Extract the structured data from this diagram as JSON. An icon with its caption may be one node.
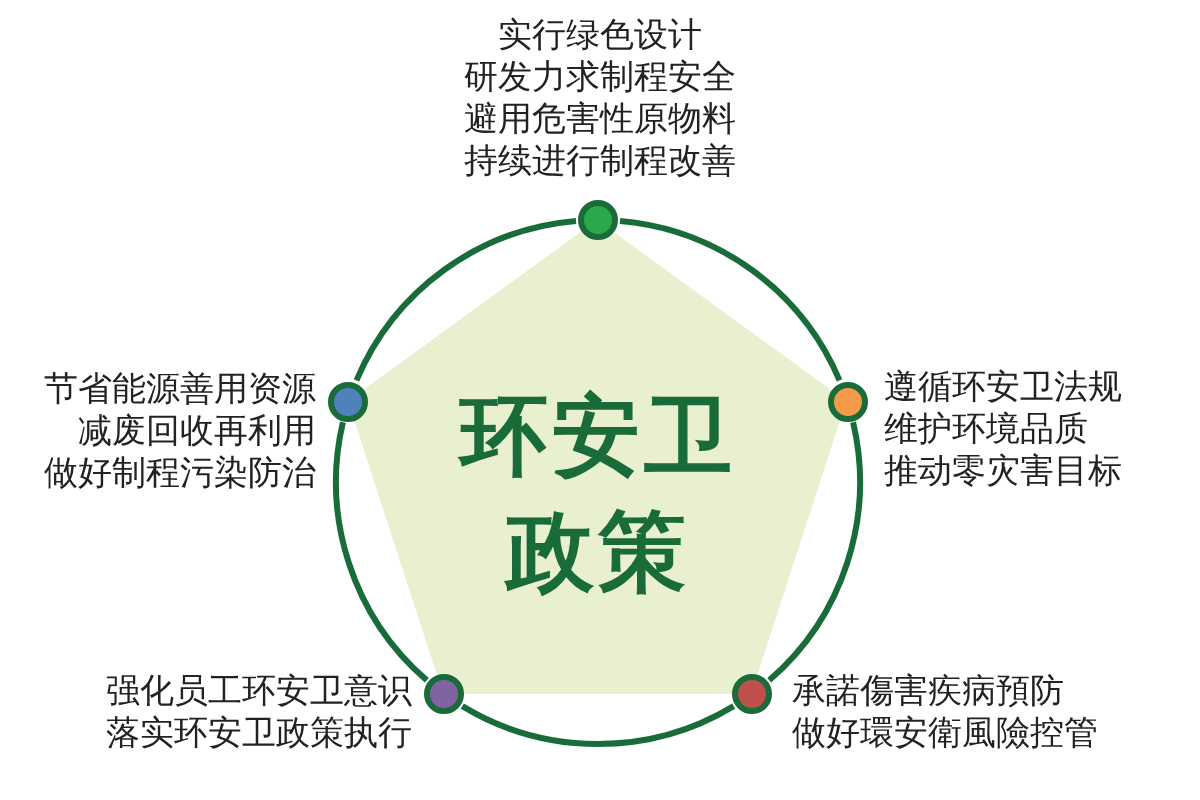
{
  "diagram": {
    "nodes": [
      {
        "text": [
          "环安卫政策"
        ]
      },
      {
        "text": [],
        "shape": "circle",
        "beside": [
          "实行绿色设计",
          "研发力求制程安全",
          "避用危害性原物料",
          "持续进行制程改善"
        ]
      },
      {
        "text": [],
        "shape": "circle",
        "beside": [
          "遵循环安卫法规",
          "维护环境品质",
          "推动零灾害目标"
        ]
      },
      {
        "text": [],
        "shape": "circle",
        "beside": [
          "承諾傷害疾病預防",
          "做好環安衛風險控管"
        ]
      },
      {
        "text": [],
        "shape": "circle",
        "beside": [
          "强化员工环安卫意识",
          "落实环安卫政策执行"
        ]
      },
      {
        "text": [],
        "shape": "circle",
        "beside": [
          "节省能源善用资源",
          "减废回收再利用",
          "做好制程污染防治"
        ]
      }
    ],
    "edges": [
      {
        "from": 1,
        "to": 2,
        "arrow": "none"
      },
      {
        "from": 2,
        "to": 3,
        "arrow": "none"
      },
      {
        "from": 3,
        "to": 4,
        "arrow": "none"
      },
      {
        "from": 4,
        "to": 5,
        "arrow": "none"
      },
      {
        "from": 5,
        "to": 1,
        "arrow": "none"
      }
    ]
  }
}
